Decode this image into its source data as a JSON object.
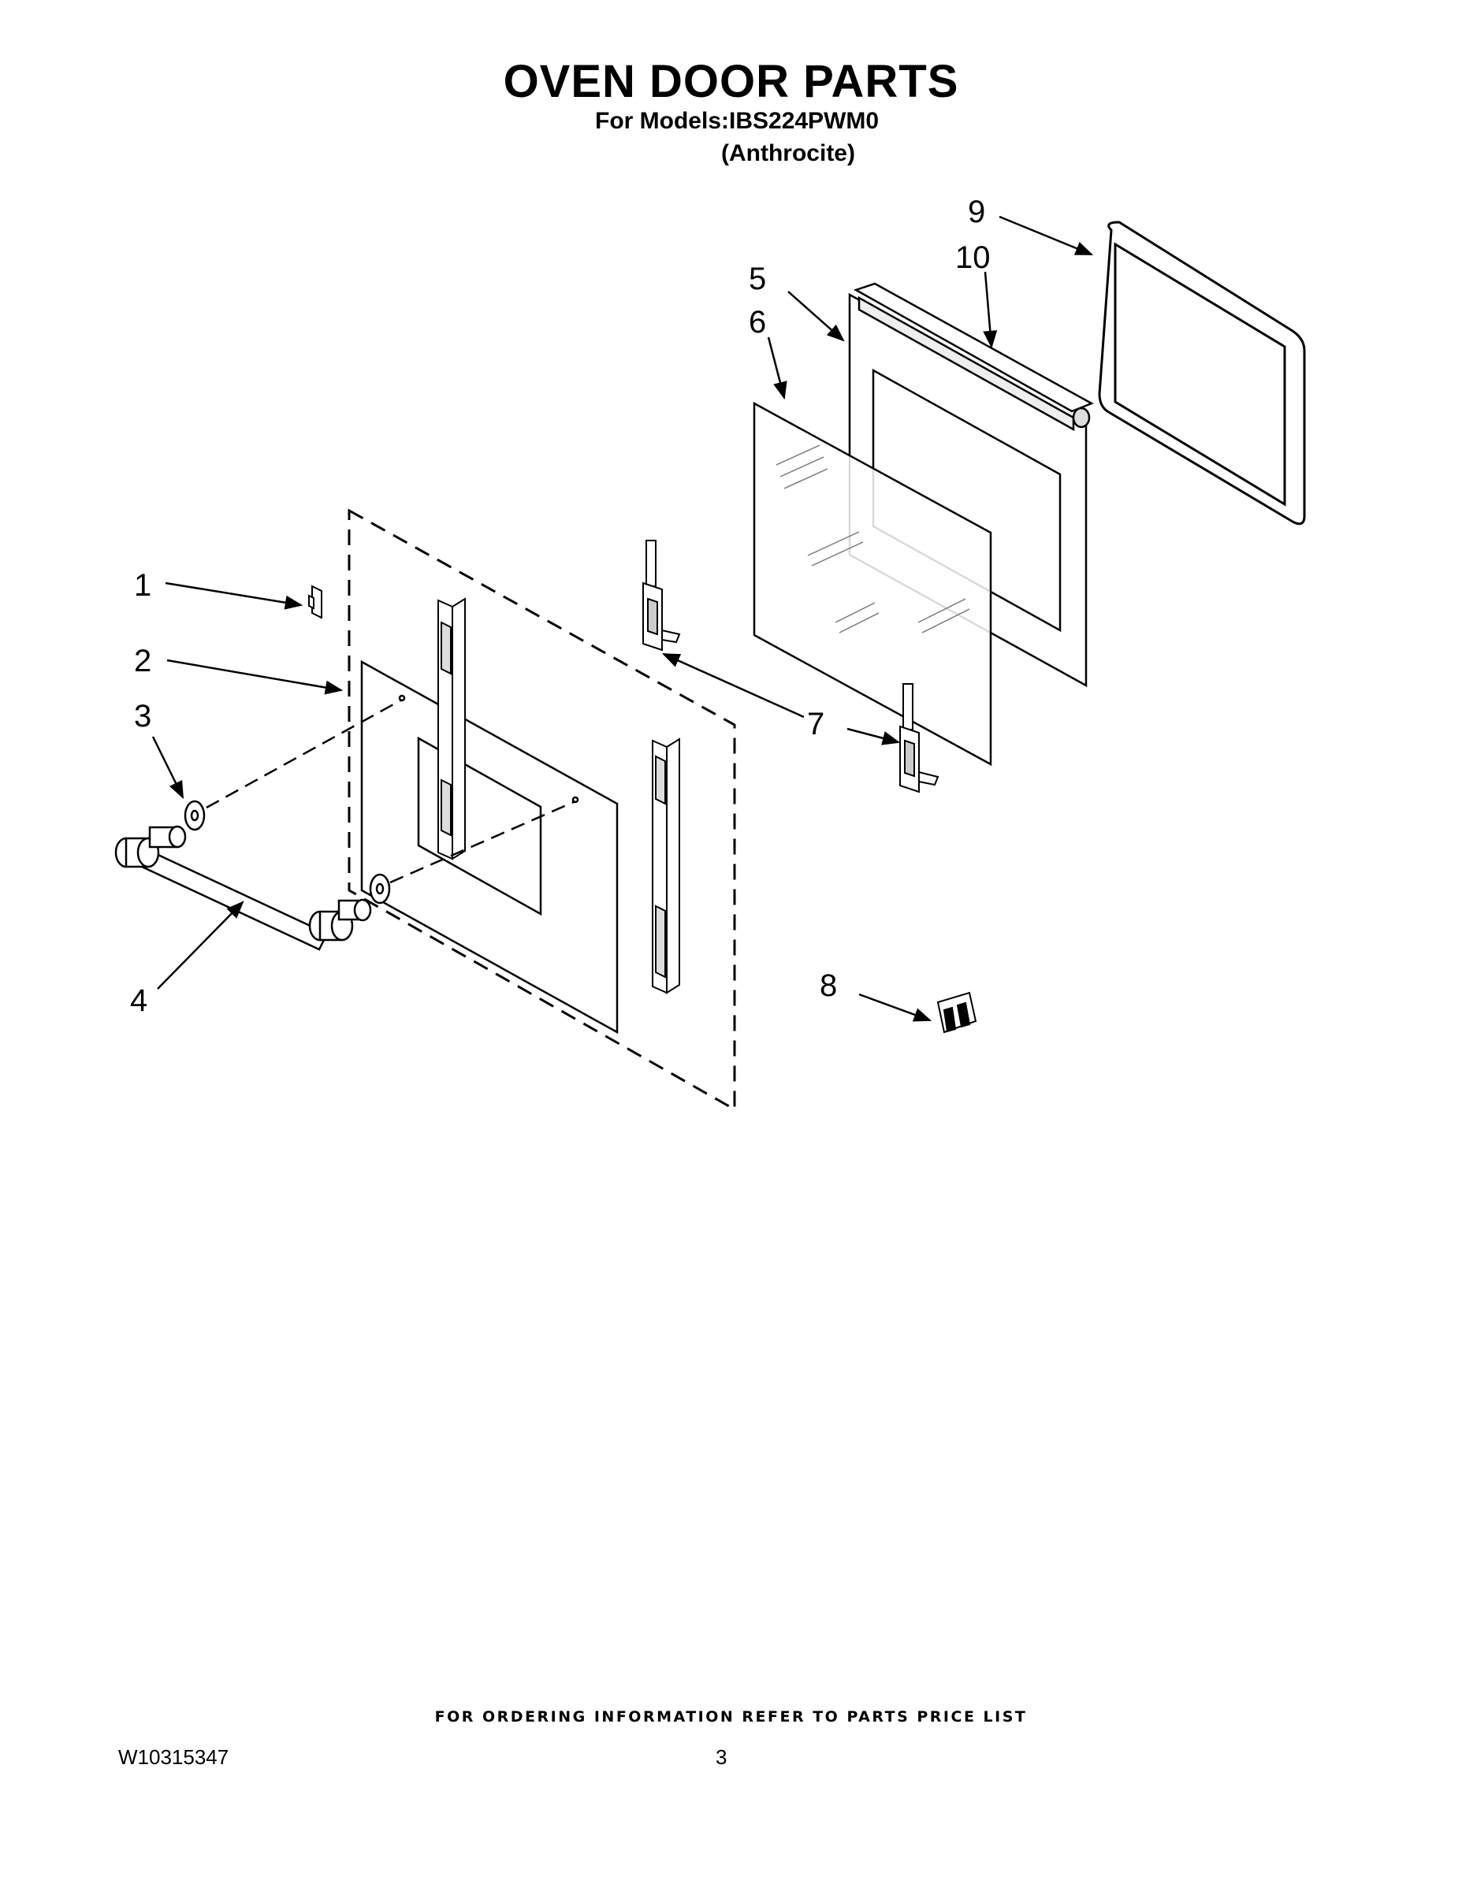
{
  "header": {
    "title": "OVEN DOOR PARTS",
    "models_line": "For Models:IBS224PWM0",
    "color_line": "(Anthrocite)"
  },
  "callouts": [
    "1",
    "2",
    "3",
    "4",
    "5",
    "6",
    "7",
    "8",
    "9",
    "10"
  ],
  "footer": {
    "ordering_note": "FOR ORDERING INFORMATION REFER TO PARTS PRICE LIST",
    "doc_number": "W10315347",
    "page_number": "3"
  }
}
